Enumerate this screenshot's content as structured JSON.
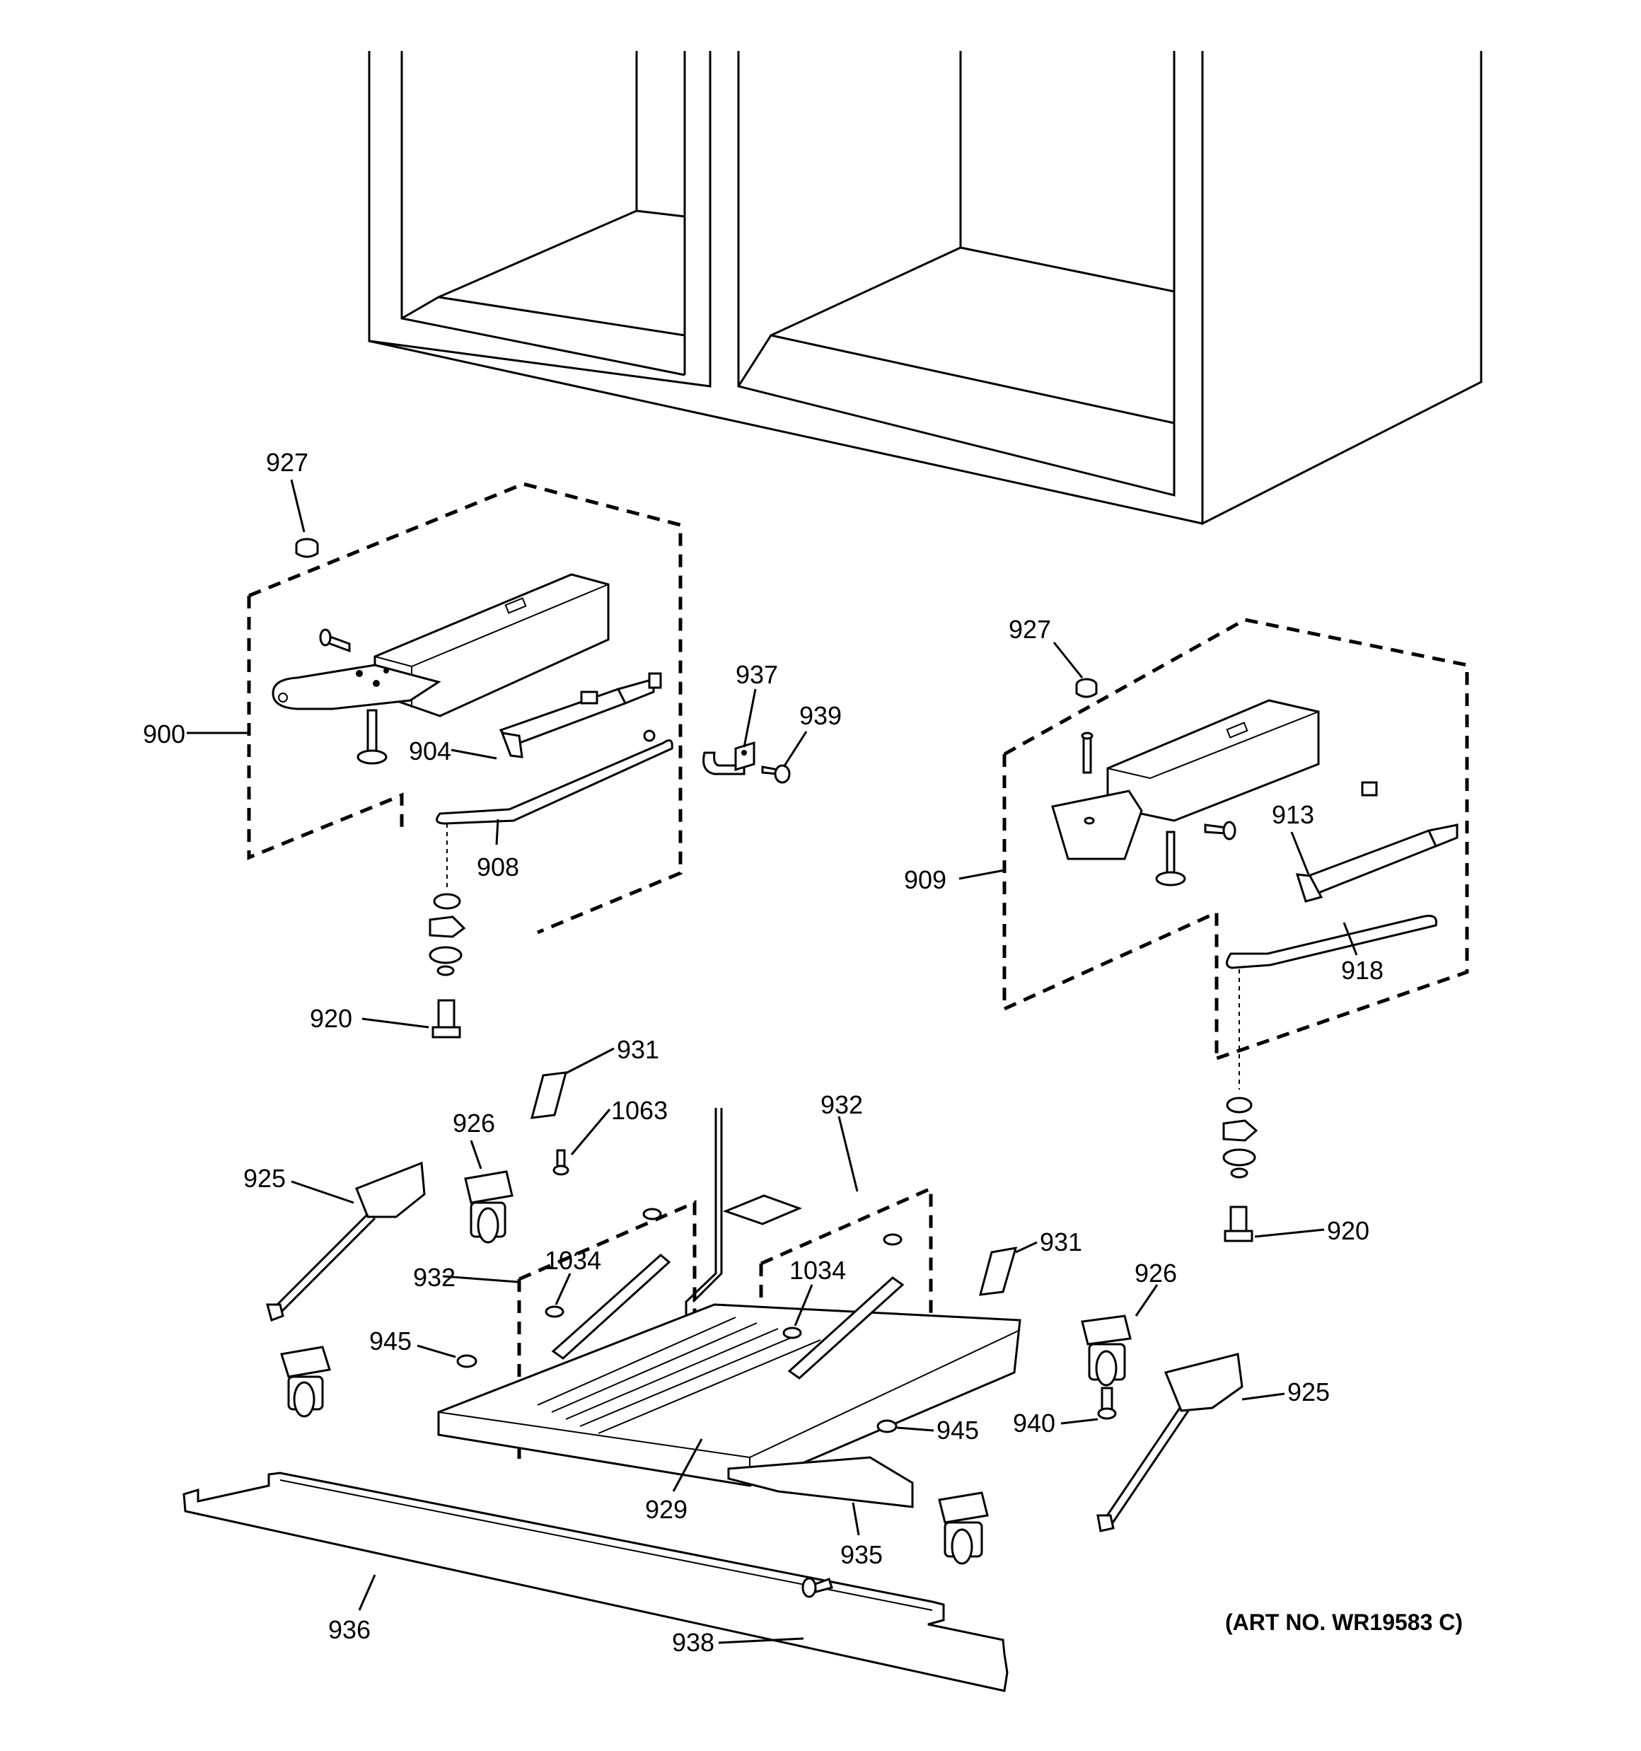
{
  "diagram": {
    "art_number": "(ART NO. WR19583 C)",
    "part_labels": [
      {
        "id": "l-927a",
        "text": "927"
      },
      {
        "id": "l-900",
        "text": "900"
      },
      {
        "id": "l-904",
        "text": "904"
      },
      {
        "id": "l-908",
        "text": "908"
      },
      {
        "id": "l-937",
        "text": "937"
      },
      {
        "id": "l-939",
        "text": "939"
      },
      {
        "id": "l-920a",
        "text": "920"
      },
      {
        "id": "l-927b",
        "text": "927"
      },
      {
        "id": "l-909",
        "text": "909"
      },
      {
        "id": "l-913",
        "text": "913"
      },
      {
        "id": "l-918",
        "text": "918"
      },
      {
        "id": "l-920b",
        "text": "920"
      },
      {
        "id": "l-931a",
        "text": "931"
      },
      {
        "id": "l-1063",
        "text": "1063"
      },
      {
        "id": "l-926a",
        "text": "926"
      },
      {
        "id": "l-932a",
        "text": "932"
      },
      {
        "id": "l-925a",
        "text": "925"
      },
      {
        "id": "l-932b",
        "text": "932"
      },
      {
        "id": "l-1034a",
        "text": "1034"
      },
      {
        "id": "l-1034b",
        "text": "1034"
      },
      {
        "id": "l-931b",
        "text": "931"
      },
      {
        "id": "l-926b",
        "text": "926"
      },
      {
        "id": "l-945a",
        "text": "945"
      },
      {
        "id": "l-945b",
        "text": "945"
      },
      {
        "id": "l-940",
        "text": "940"
      },
      {
        "id": "l-925b",
        "text": "925"
      },
      {
        "id": "l-929",
        "text": "929"
      },
      {
        "id": "l-935",
        "text": "935"
      },
      {
        "id": "l-936",
        "text": "936"
      },
      {
        "id": "l-938",
        "text": "938"
      }
    ]
  }
}
